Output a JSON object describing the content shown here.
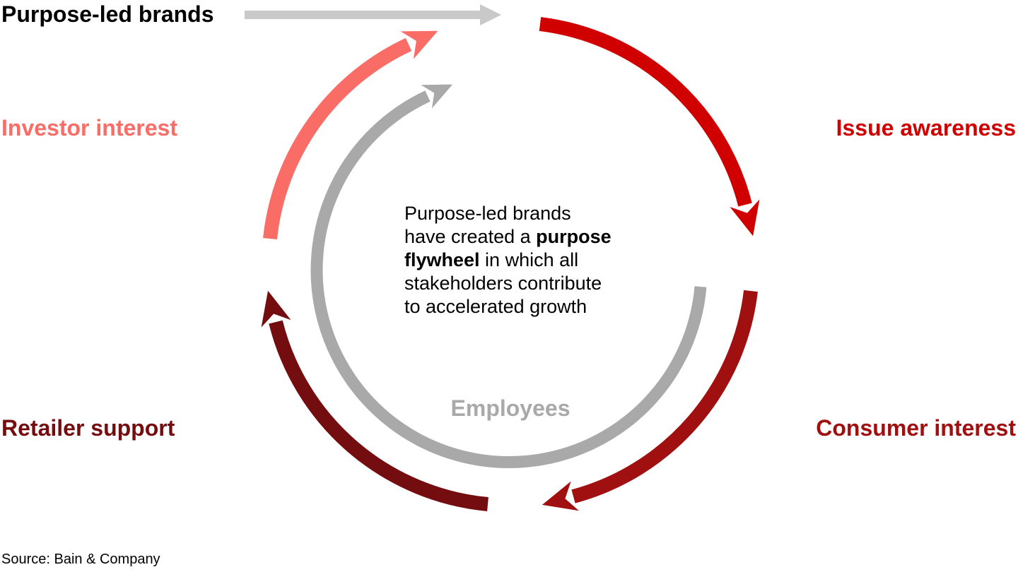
{
  "title": "Purpose-led brands",
  "source": "Source: Bain & Company",
  "labels": {
    "issue": "Issue awareness",
    "consumer": "Consumer interest",
    "retailer": "Retailer support",
    "investor": "Investor interest",
    "employees": "Employees"
  },
  "center_text": {
    "lines": [
      [
        {
          "t": "Purpose-led brands"
        }
      ],
      [
        {
          "t": "have created a "
        },
        {
          "t": "purpose",
          "b": true
        }
      ],
      [
        {
          "t": "flywheel",
          "b": true
        },
        {
          "t": " in which all"
        }
      ],
      [
        {
          "t": "stakeholders contribute"
        }
      ],
      [
        {
          "t": "to accelerated growth"
        }
      ]
    ]
  },
  "colors": {
    "title": "#000000",
    "issue": "#D00000",
    "consumer": "#A01010",
    "retailer": "#730D10",
    "investor": "#FA6C66",
    "employees": "#A9A9A9",
    "straight_arrow": "#C9C9C9"
  },
  "diagram": {
    "type": "flywheel-cycle",
    "entry": "Purpose-led brands",
    "outer_cycle_clockwise": [
      "Issue awareness",
      "Consumer interest",
      "Retailer support",
      "Investor interest"
    ],
    "inner_cycle": "Employees"
  }
}
